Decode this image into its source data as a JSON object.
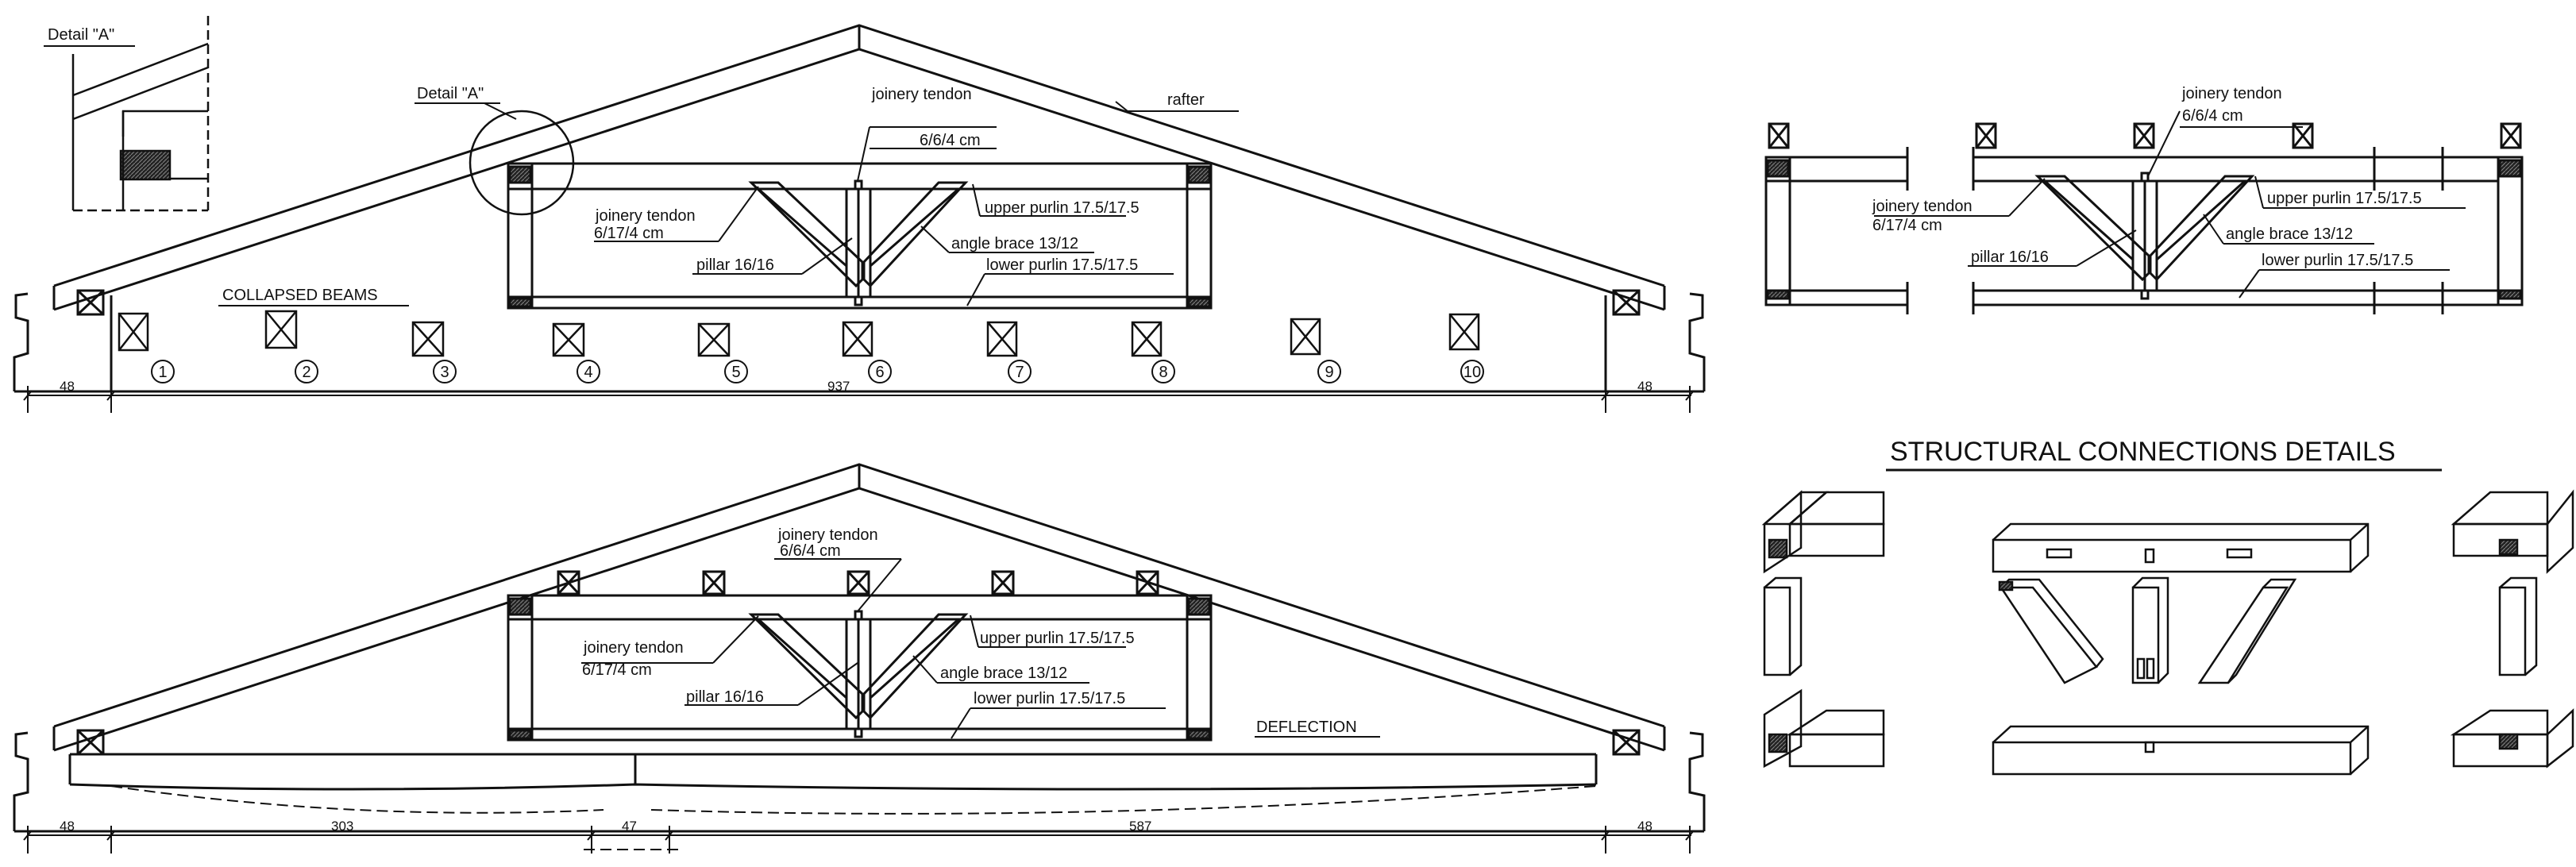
{
  "detail_a_inset": {
    "label": "Detail \"A\""
  },
  "top_elevation": {
    "detail_a_label": "Detail \"A\"",
    "rafter": "rafter",
    "joinery_tendon_top": "joinery tendon",
    "joinery_tendon_top_size": "6/6/4 cm",
    "joinery_tendon_left": "joinery tendon",
    "joinery_tendon_left_size": "6/17/4 cm",
    "pillar": "pillar 16/16",
    "upper_purlin": "upper purlin 17.5/17.5",
    "angle_brace": "angle brace 13/12",
    "lower_purlin": "lower purlin 17.5/17.5",
    "collapsed_beams": "COLLAPSED BEAMS",
    "beam_numbers": [
      "1",
      "2",
      "3",
      "4",
      "5",
      "6",
      "7",
      "8",
      "9",
      "10"
    ],
    "dim_left": "48",
    "dim_span": "937",
    "dim_right": "48"
  },
  "bottom_elevation": {
    "joinery_tendon_top": "joinery tendon",
    "joinery_tendon_top_size": "6/6/4 cm",
    "joinery_tendon_left": "joinery tendon",
    "joinery_tendon_left_size": "6/17/4 cm",
    "pillar": "pillar 16/16",
    "upper_purlin": "upper purlin 17.5/17.5",
    "angle_brace": "angle brace 13/12",
    "lower_purlin": "lower purlin 17.5/17.5",
    "deflection": "DEFLECTION",
    "dim_left": "48",
    "dim_a": "303",
    "dim_b": "47",
    "dim_c": "587",
    "dim_right": "48"
  },
  "detail_frame": {
    "joinery_tendon_top": "joinery tendon",
    "joinery_tendon_top_size": "6/6/4 cm",
    "joinery_tendon_left": "joinery tendon",
    "joinery_tendon_left_size": "6/17/4 cm",
    "pillar": "pillar 16/16",
    "upper_purlin": "upper purlin 17.5/17.5",
    "angle_brace": "angle brace 13/12",
    "lower_purlin": "lower purlin 17.5/17.5"
  },
  "connections": {
    "title": "STRUCTURAL CONNECTIONS DETAILS"
  }
}
